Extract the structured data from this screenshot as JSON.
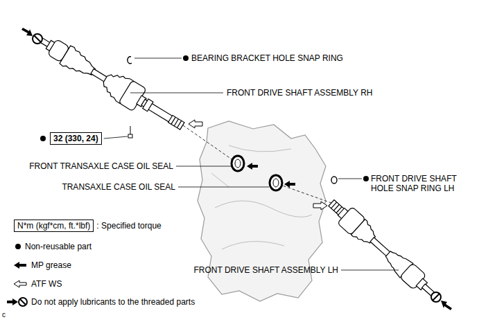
{
  "diagram": {
    "nodes": [
      {
        "text": [
          "32 (330, 24)"
        ]
      },
      {
        "text": [
          "N*m (kgf*cm, ft.*lbf)"
        ]
      }
    ],
    "labels": [
      "BEARING BRACKET HOLE SNAP RING",
      "FRONT DRIVE SHAFT ASSEMBLY RH",
      "FRONT TRANSAXLE CASE OIL SEAL",
      "TRANSAXLE CASE OIL SEAL",
      "FRONT DRIVE SHAFT HOLE SNAP RING LH",
      "FRONT DRIVE SHAFT ASSEMBLY LH",
      "c"
    ],
    "legend": [
      {
        "text": ": Specified torque"
      },
      {
        "text": "Non-reusable part"
      },
      {
        "text": "MP grease"
      },
      {
        "text": "ATF WS"
      },
      {
        "text": "Do not apply lubricants to the threaded parts"
      }
    ]
  }
}
